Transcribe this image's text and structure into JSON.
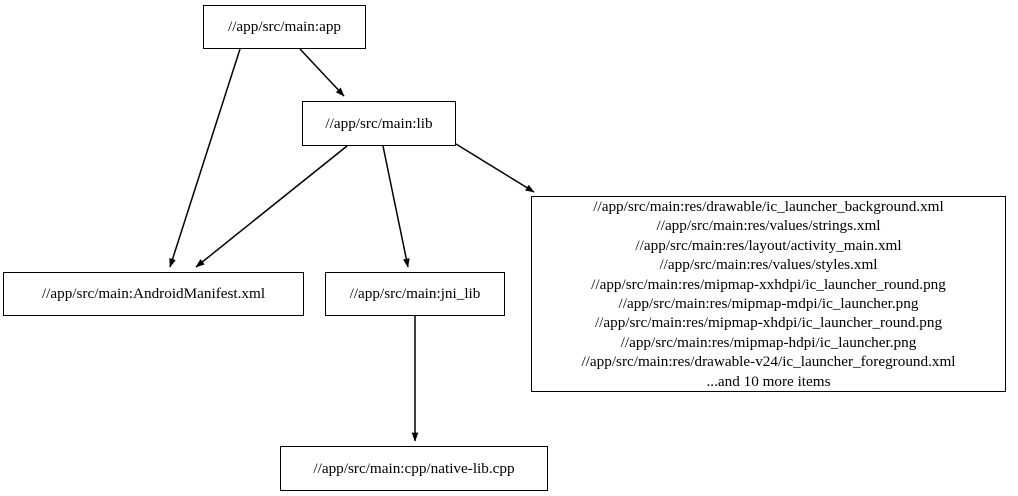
{
  "graph": {
    "type": "directed-dependency-graph",
    "background_color": "#ffffff",
    "node_border_color": "#000000",
    "node_fill_color": "#ffffff",
    "edge_color": "#000000",
    "nodes": [
      {
        "id": "app",
        "label": "//app/src/main:app"
      },
      {
        "id": "lib",
        "label": "//app/src/main:lib"
      },
      {
        "id": "manifest",
        "label": "//app/src/main:AndroidManifest.xml"
      },
      {
        "id": "jni_lib",
        "label": "//app/src/main:jni_lib"
      },
      {
        "id": "res",
        "label": "//app/src/main:res/drawable/ic_launcher_background.xml\n//app/src/main:res/values/strings.xml\n//app/src/main:res/layout/activity_main.xml\n//app/src/main:res/values/styles.xml\n//app/src/main:res/mipmap-xxhdpi/ic_launcher_round.png\n//app/src/main:res/mipmap-mdpi/ic_launcher.png\n//app/src/main:res/mipmap-xhdpi/ic_launcher_round.png\n//app/src/main:res/mipmap-hdpi/ic_launcher.png\n//app/src/main:res/drawable-v24/ic_launcher_foreground.xml\n...and 10 more items",
        "lines": [
          "//app/src/main:res/drawable/ic_launcher_background.xml",
          "//app/src/main:res/values/strings.xml",
          "//app/src/main:res/layout/activity_main.xml",
          "//app/src/main:res/values/styles.xml",
          "//app/src/main:res/mipmap-xxhdpi/ic_launcher_round.png",
          "//app/src/main:res/mipmap-mdpi/ic_launcher.png",
          "//app/src/main:res/mipmap-xhdpi/ic_launcher_round.png",
          "//app/src/main:res/mipmap-hdpi/ic_launcher.png",
          "//app/src/main:res/drawable-v24/ic_launcher_foreground.xml",
          "...and 10 more items"
        ]
      },
      {
        "id": "native_lib",
        "label": "//app/src/main:cpp/native-lib.cpp"
      }
    ],
    "edges": [
      {
        "from": "app",
        "to": "manifest"
      },
      {
        "from": "app",
        "to": "lib"
      },
      {
        "from": "lib",
        "to": "manifest"
      },
      {
        "from": "lib",
        "to": "jni_lib"
      },
      {
        "from": "lib",
        "to": "res"
      },
      {
        "from": "jni_lib",
        "to": "native_lib"
      }
    ]
  }
}
